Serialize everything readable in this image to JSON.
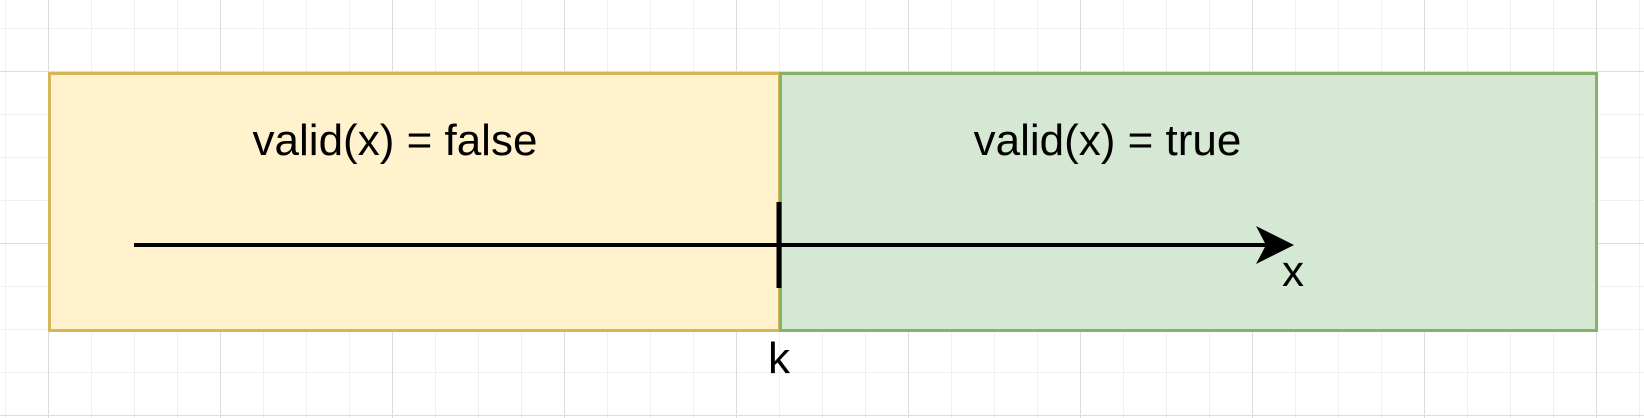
{
  "diagram": {
    "regions": [
      {
        "label": "valid(x) = false",
        "fill_color": "#fff2cc",
        "stroke_color": "#d6b656"
      },
      {
        "label": "valid(x) = true",
        "fill_color": "#d5e8d4",
        "stroke_color": "#82b366"
      }
    ],
    "axis": {
      "variable_label": "x",
      "boundary_label": "k",
      "color": "#000000"
    }
  }
}
